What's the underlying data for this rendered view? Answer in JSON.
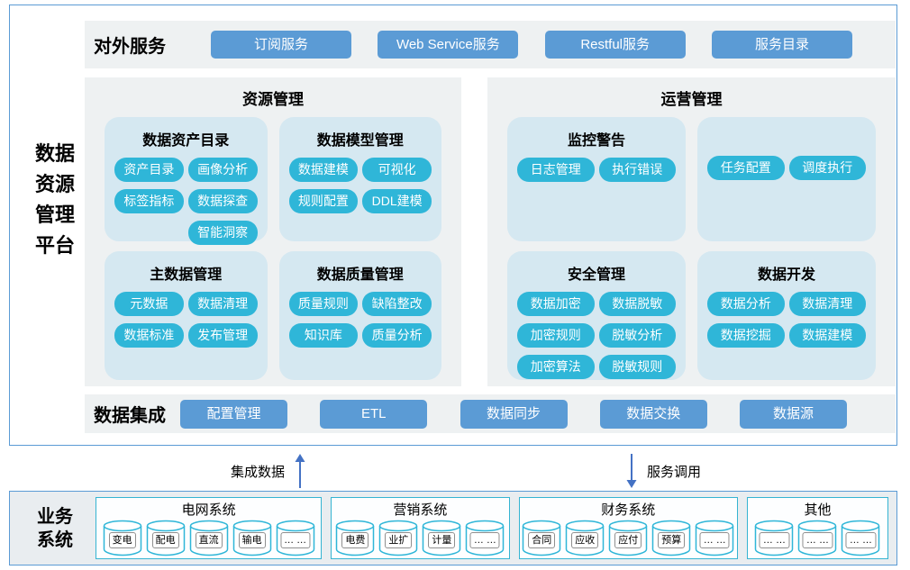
{
  "platform": {
    "title": "数据资源管理平台",
    "title_lines": [
      "数据",
      "资源",
      "管理",
      "平台"
    ],
    "external_services": {
      "label": "对外服务",
      "buttons": [
        "订阅服务",
        "Web Service服务",
        "Restful服务",
        "服务目录"
      ]
    },
    "resource_mgmt": {
      "title": "资源管理",
      "boxes": [
        {
          "title": "数据资产目录",
          "buttons": [
            "资产目录",
            "画像分析",
            "标签指标",
            "数据探查",
            "智能洞察"
          ]
        },
        {
          "title": "数据模型管理",
          "buttons": [
            "数据建模",
            "可视化",
            "规则配置",
            "DDL建模"
          ]
        },
        {
          "title": "主数据管理",
          "buttons": [
            "元数据",
            "数据清理",
            "数据标准",
            "发布管理"
          ]
        },
        {
          "title": "数据质量管理",
          "buttons": [
            "质量规则",
            "缺陷整改",
            "知识库",
            "质量分析"
          ]
        }
      ]
    },
    "operation_mgmt": {
      "title": "运营管理",
      "boxes": [
        {
          "title": "监控警告",
          "buttons": [
            "日志管理",
            "执行错误"
          ]
        },
        {
          "title": "",
          "buttons": [
            "任务配置",
            "调度执行"
          ]
        },
        {
          "title": "安全管理",
          "buttons": [
            "数据加密",
            "数据脱敏",
            "加密规则",
            "脱敏分析",
            "加密算法",
            "脱敏规则"
          ]
        },
        {
          "title": "数据开发",
          "buttons": [
            "数据分析",
            "数据清理",
            "数据挖掘",
            "数据建模"
          ]
        }
      ]
    },
    "data_integration": {
      "label": "数据集成",
      "buttons": [
        "配置管理",
        "ETL",
        "数据同步",
        "数据交换",
        "数据源"
      ]
    }
  },
  "flows": {
    "up_label": "集成数据",
    "down_label": "服务调用"
  },
  "business": {
    "label": "业务系统",
    "label_lines": [
      "业务",
      "系统"
    ],
    "systems": [
      {
        "title": "电网系统",
        "items": [
          "变电",
          "配电",
          "直流",
          "输电",
          "… …"
        ]
      },
      {
        "title": "营销系统",
        "items": [
          "电费",
          "业扩",
          "计量",
          "… …"
        ]
      },
      {
        "title": "财务系统",
        "items": [
          "合同",
          "应收",
          "应付",
          "预算",
          "… …"
        ]
      },
      {
        "title": "其他",
        "items": [
          "… …",
          "… …",
          "… …"
        ]
      }
    ]
  },
  "colors": {
    "accent_blue": "#5b9bd5",
    "accent_cyan": "#2fb6d8",
    "module_box_bg": "#d5e8f1",
    "panel_bg": "#eef1f2",
    "business_bg": "#e9edf0",
    "arrow_blue": "#4472c4"
  }
}
